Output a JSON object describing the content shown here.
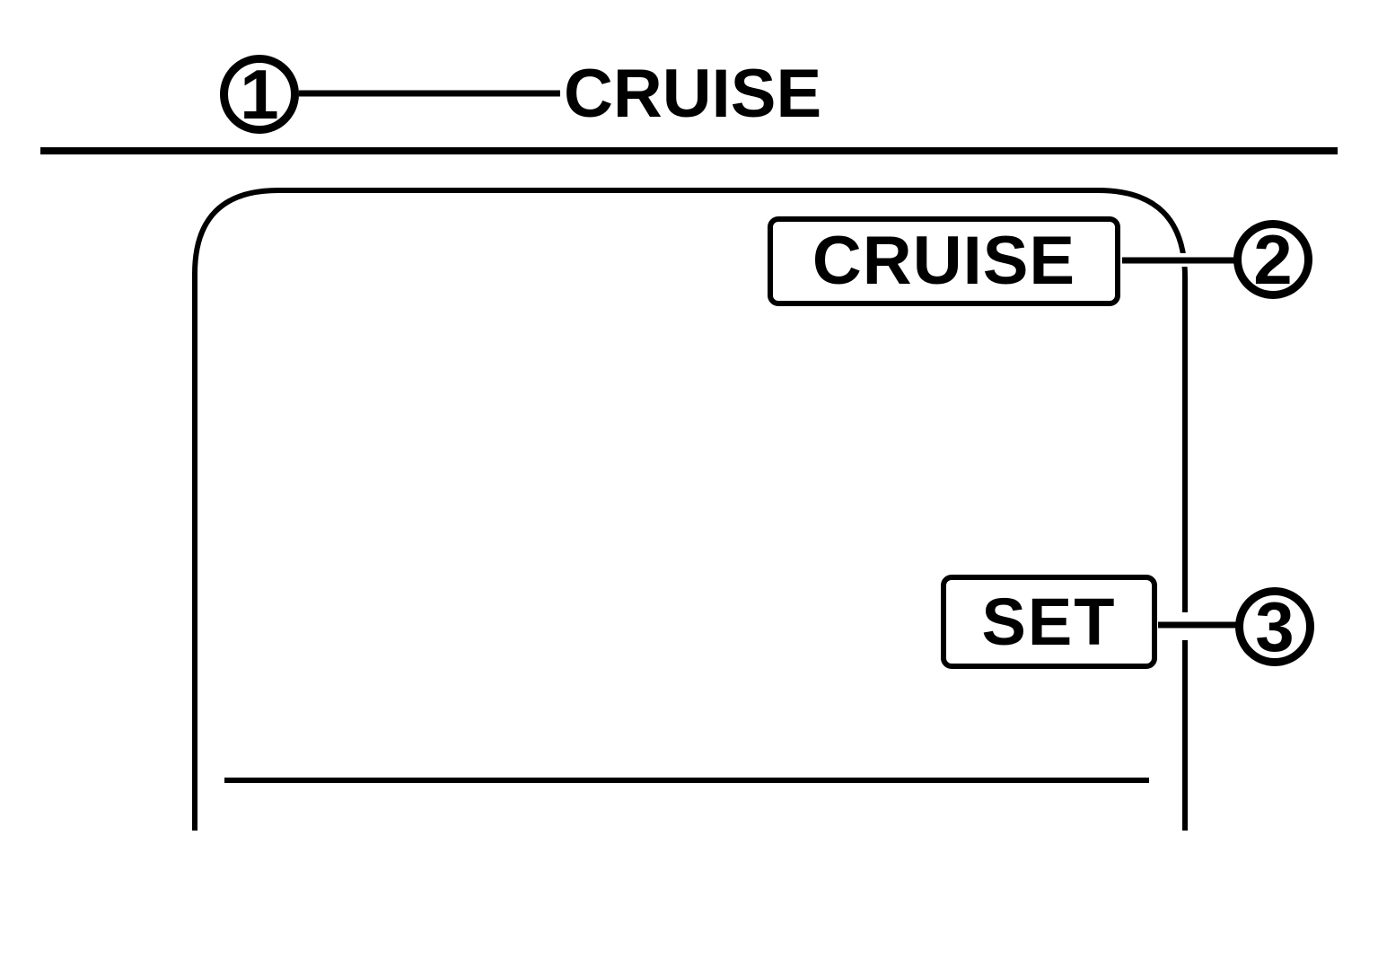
{
  "figure": {
    "title": "CRUISE",
    "panel": {
      "cruise_indicator": "CRUISE",
      "set_indicator": "SET"
    },
    "callouts": [
      {
        "number": "1"
      },
      {
        "number": "2"
      },
      {
        "number": "3"
      }
    ],
    "colors": {
      "ink": "#000000",
      "background": "#ffffff"
    }
  }
}
